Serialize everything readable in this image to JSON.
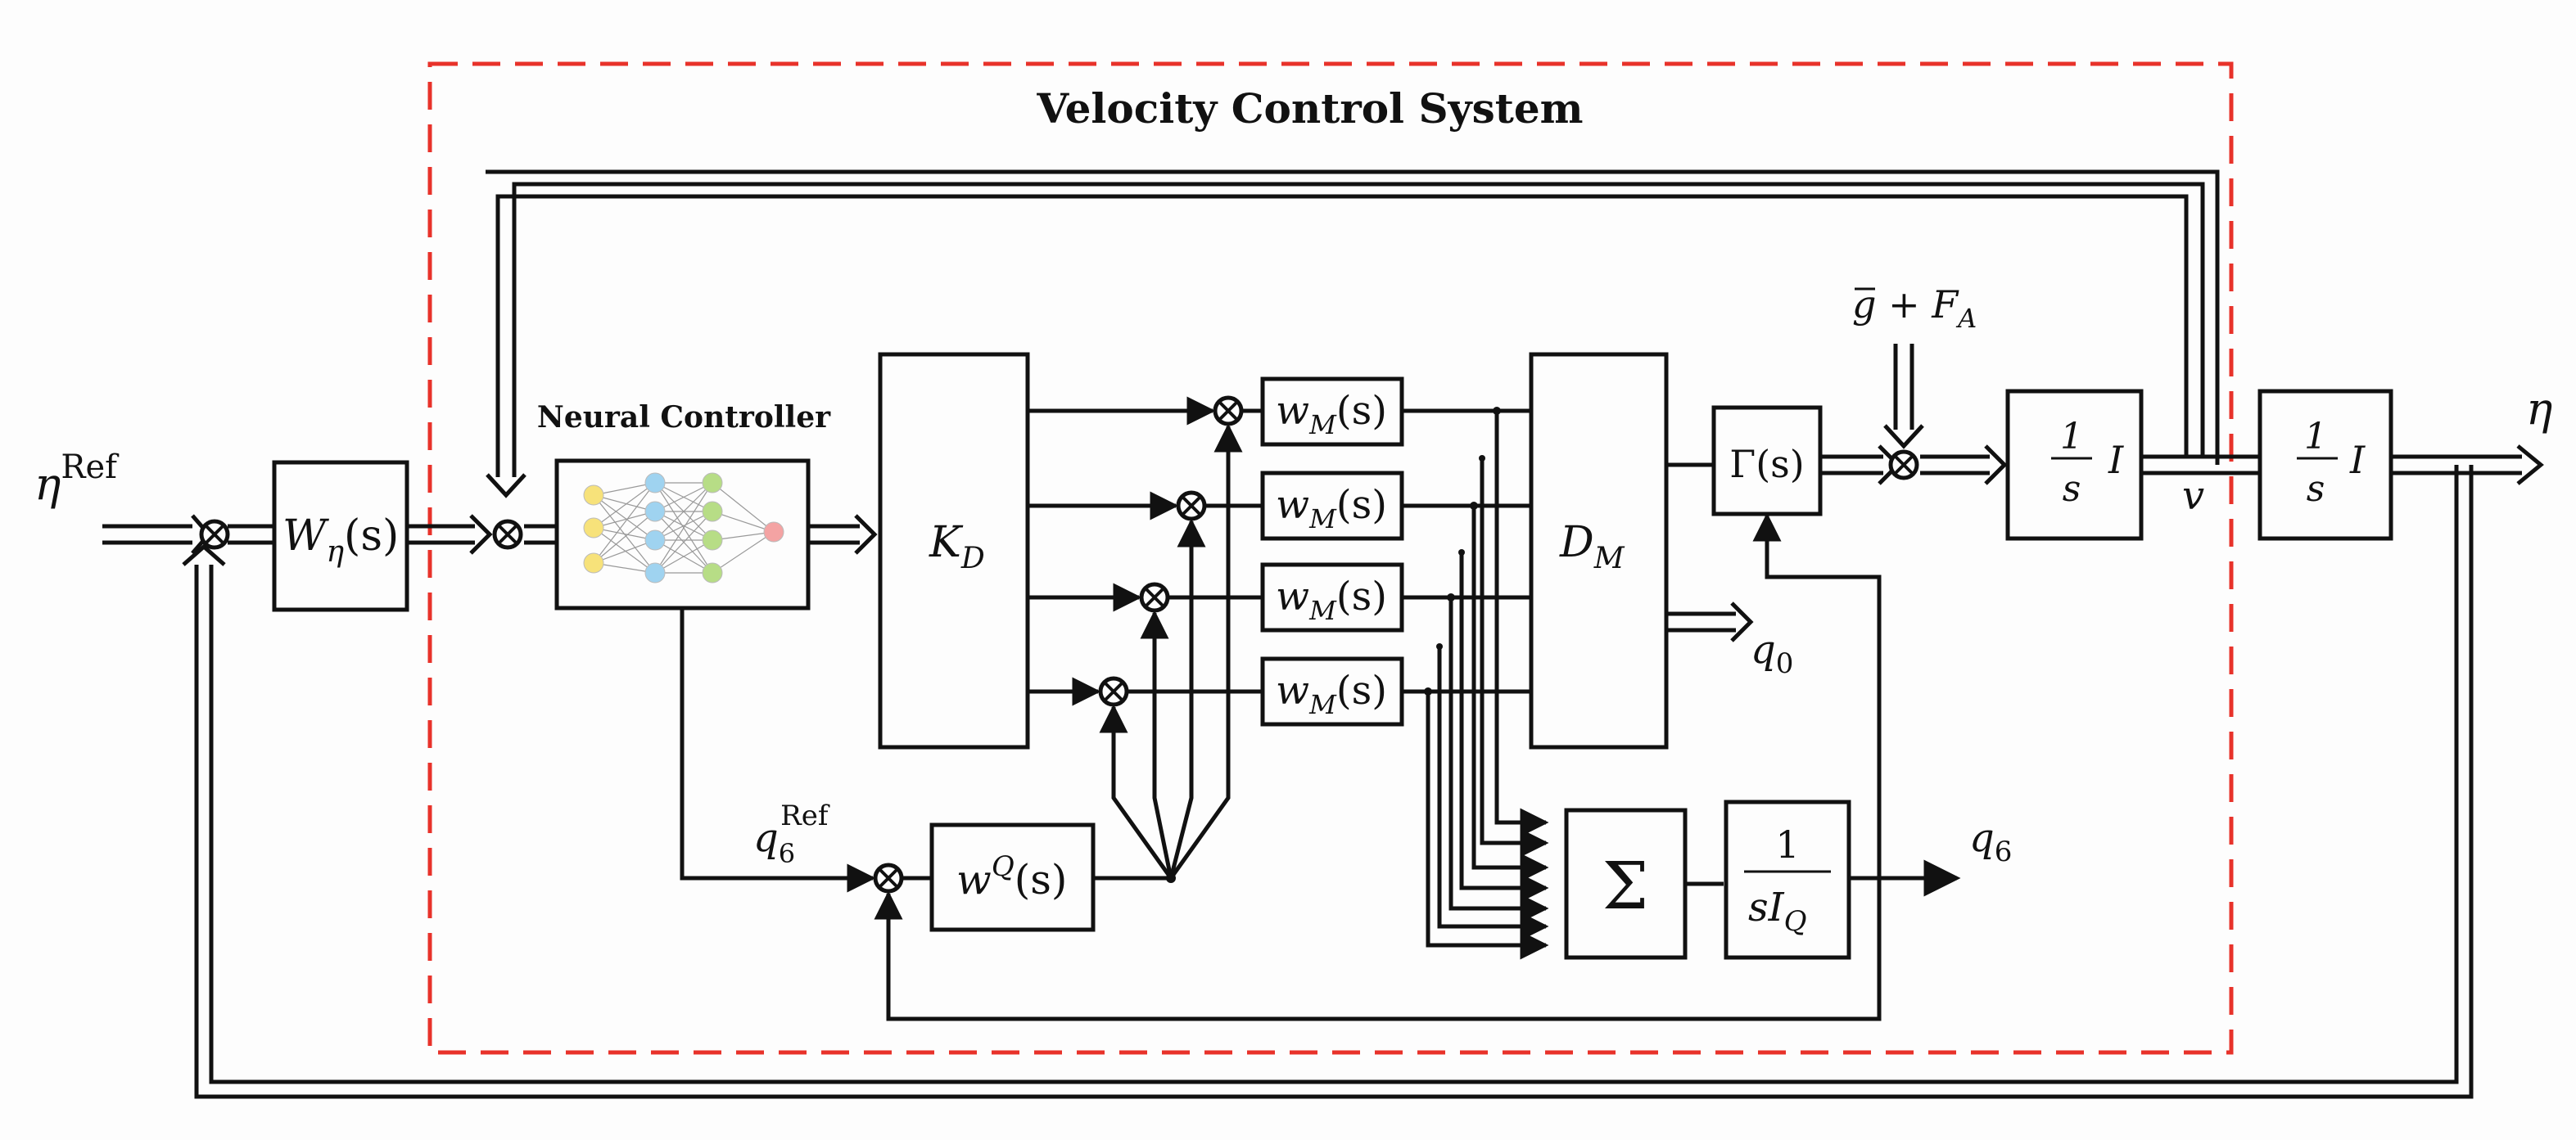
{
  "title": "Velocity Control System",
  "neural_label": "Neural Controller",
  "labels": {
    "eta_ref": "η",
    "ref_sup": "Ref",
    "w_eta": "W",
    "w_eta_sub": "η",
    "s_arg": "(s)",
    "kd": "K",
    "kd_sub": "D",
    "dm": "D",
    "dm_sub": "M",
    "wm": "w",
    "wm_sub": "M",
    "gamma": "Γ(s)",
    "g_plus_fa": "g + F",
    "fa_sub": "A",
    "one": "1",
    "s": "s",
    "i": "I",
    "v": "v",
    "eta_out": "η",
    "q0": "q",
    "q0_sub": "0",
    "q6": "q",
    "q6_sub": "6",
    "q6ref": "q",
    "q6ref_sub": "6",
    "q6ref_sup": "Ref",
    "wq": "w",
    "wq_sup": "Q",
    "sigma": "Σ",
    "siq": "sI",
    "siq_sub": "Q"
  },
  "colors": {
    "frame": "#e8322a",
    "ink": "#111111",
    "nn_yellow": "#f7e27a",
    "nn_blue": "#9fd3f0",
    "nn_green": "#b7dd86",
    "nn_red": "#f4a3a3"
  }
}
